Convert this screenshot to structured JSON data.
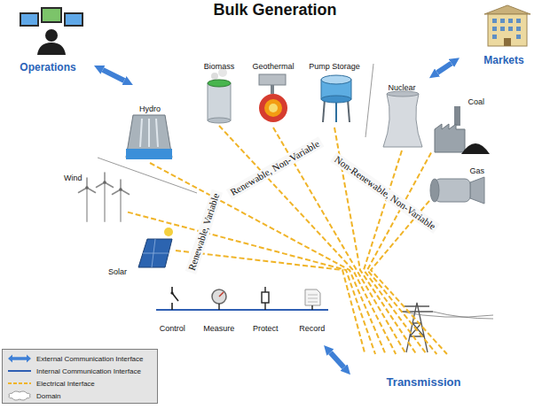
{
  "diagram": {
    "nodes": [
      {
        "text": [
          "Operations"
        ]
      },
      {
        "text": [
          "Bulk Generation"
        ]
      },
      {
        "text": [
          "Markets"
        ]
      },
      {
        "text": [
          "Biomass"
        ],
        "in": 1
      },
      {
        "text": [
          "Geothermal"
        ],
        "in": 1
      },
      {
        "text": [
          "Pump Storage"
        ],
        "in": 1
      },
      {
        "text": [
          "Nuclear"
        ],
        "in": 1
      },
      {
        "text": [
          "Coal"
        ],
        "in": 1
      },
      {
        "text": [
          "Hydro"
        ],
        "in": 1
      },
      {
        "text": [
          "Wind"
        ],
        "in": 1
      },
      {
        "text": [
          "Gas"
        ],
        "in": 1
      },
      {
        "text": [
          "Solar"
        ],
        "in": 1
      },
      {
        "text": [
          "Control",
          "Measure",
          "Protect",
          "Record"
        ],
        "in": 1
      },
      {
        "text": [
          "Transmission"
        ]
      }
    ],
    "edges": [
      {
        "from": 0,
        "to": 1,
        "arrow": "both"
      },
      {
        "from": 2,
        "to": 1,
        "arrow": "both"
      },
      {
        "from": 1,
        "to": 13,
        "arrow": "both"
      },
      {
        "from": 11,
        "to": 13,
        "arrow": "none"
      },
      {
        "from": 9,
        "to": 13,
        "arrow": "none"
      },
      {
        "from": 8,
        "to": 13,
        "arrow": "none"
      },
      {
        "from": 3,
        "to": 13,
        "arrow": "none"
      },
      {
        "from": 4,
        "to": 13,
        "arrow": "none"
      },
      {
        "from": 5,
        "to": 13,
        "arrow": "none"
      },
      {
        "from": 6,
        "to": 13,
        "arrow": "none"
      },
      {
        "from": 7,
        "to": 13,
        "arrow": "none"
      },
      {
        "from": 10,
        "to": 13,
        "arrow": "none"
      }
    ],
    "labels": [
      "Renewable, Variable",
      "Renewable, Non-Variable",
      "Non-Renewable, Non-Variable"
    ],
    "legend": [
      {
        "text": "External Communication Interface"
      },
      {
        "text": "Internal Communication Interface"
      },
      {
        "text": "Electrical Interface"
      },
      {
        "text": "Domain"
      }
    ]
  }
}
